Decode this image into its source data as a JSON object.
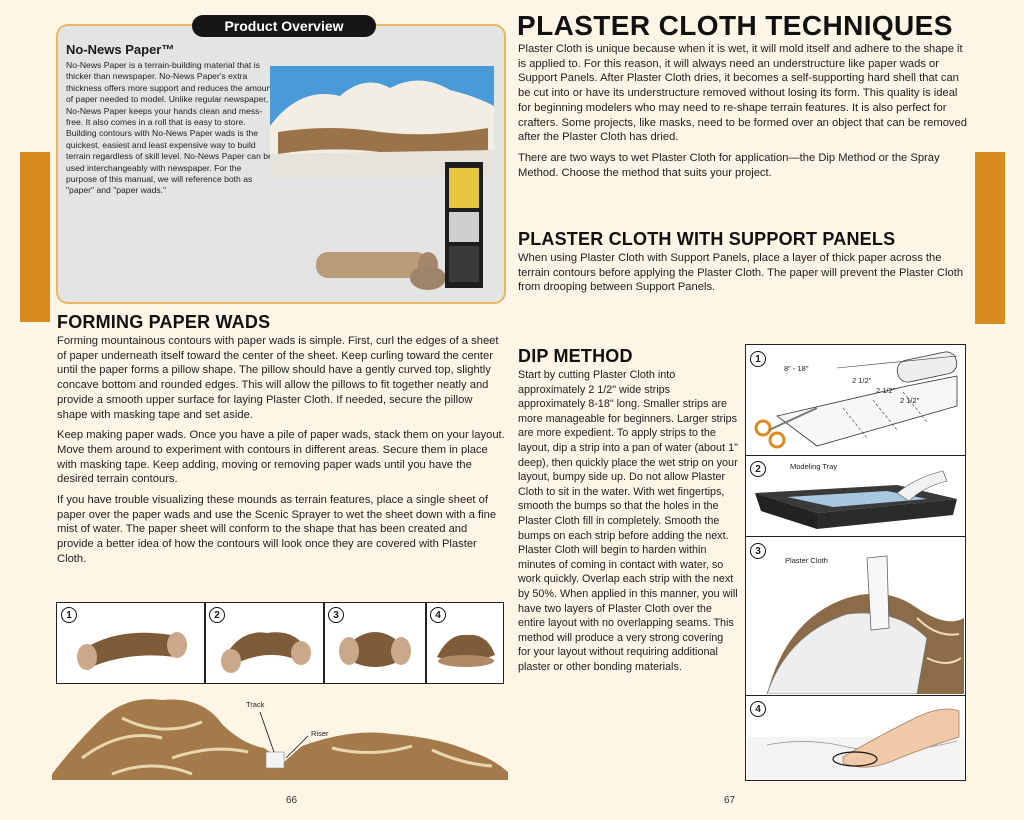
{
  "left_page": {
    "overview": {
      "label": "Product Overview",
      "title": "No-News Paper™",
      "text": "No-News Paper is a terrain-building material that is thicker than newspaper. No-News Paper's extra thickness offers more support and reduces the amount of paper needed to model. Unlike regular newspaper, No-News Paper keeps your hands clean and mess-free. It also comes in a roll that is easy to store. Building contours with No-News Paper wads is the quickest, easiest and least expensive way to build terrain regardless of skill level. No-News Paper can be used interchangeably with newspaper. For the purpose of this manual, we will reference both as \"paper\" and \"paper wads.\""
    },
    "forming": {
      "heading": "FORMING PAPER WADS",
      "paragraphs": [
        "Forming mountainous contours with paper wads is simple. First, curl the edges of a sheet of paper underneath itself toward the center of the sheet. Keep curling toward the center until the paper forms a pillow shape. The pillow should have a gently curved top, slightly concave bottom and rounded edges. This will allow the pillows to fit together neatly and provide a smooth upper surface for laying Plaster Cloth. If needed, secure the pillow shape with masking tape and set aside.",
        "Keep making paper wads. Once you have a pile of paper wads, stack them on your layout. Move them around to experiment with contours in different areas. Secure them in place with masking tape. Keep adding, moving or removing paper wads until you have the desired terrain contours.",
        "If you have trouble visualizing these mounds as terrain features, place a single sheet of paper over the paper wads and use the Scenic Sprayer to wet the sheet down with a fine mist of water. The paper sheet will conform to the shape that has been created and provide a better idea of how the contours will look once they are covered with Plaster Cloth."
      ],
      "steps": [
        "1",
        "2",
        "3",
        "4"
      ]
    },
    "terrain_labels": {
      "track": "Track",
      "riser": "Riser"
    },
    "page_number": "66"
  },
  "right_page": {
    "techniques": {
      "heading": "PLASTER CLOTH TECHNIQUES",
      "paragraphs": [
        "Plaster Cloth is unique because when it is wet, it will mold itself and adhere to the shape it is applied to. For this reason, it will always need an understructure like paper wads or Support Panels. After Plaster Cloth dries, it becomes a self-supporting hard shell that can be cut into or have its understructure removed without losing its form. This quality is ideal for beginning modelers who may need to re-shape terrain features. It is also perfect for crafters. Some projects, like masks, need to be formed over an object that can be removed after the Plaster Cloth has dried.",
        "There are two ways to wet Plaster Cloth for application—the Dip Method or the Spray Method. Choose the method that suits your project."
      ]
    },
    "support": {
      "heading": "PLASTER CLOTH WITH SUPPORT PANELS",
      "text": "When using Plaster Cloth with Support Panels, place a layer of thick paper across the terrain contours before applying the Plaster Cloth. The paper will prevent the Plaster Cloth from drooping between Support Panels."
    },
    "dip": {
      "heading": "DIP METHOD",
      "text": "Start by cutting Plaster Cloth into approximately 2 1/2\" wide strips approximately 8-18\" long. Smaller strips are more manageable for beginners. Larger strips are more expedient. To apply strips to the layout, dip a strip into a pan of water (about 1\" deep), then quickly place the wet strip on your layout, bumpy side up. Do not allow Plaster Cloth to sit in the water. With wet fingertips, smooth the bumps so that the holes in the Plaster Cloth fill in completely. Smooth the bumps on each strip before adding the next. Plaster Cloth will begin to harden within minutes of coming in contact with water, so work quickly. Overlap each strip with the next by 50%. When applied in this manner, you will have two layers of Plaster Cloth over the entire layout with no overlapping seams. This method will produce a very strong covering for your layout without requiring additional plaster or other bonding materials."
    },
    "figure": {
      "steps": [
        "1",
        "2",
        "3",
        "4"
      ],
      "length_label": "8\" - 18\"",
      "width_label": "2 1/2\"",
      "tray_label": "Modeling Tray",
      "cloth_label": "Plaster Cloth"
    },
    "page_number": "67"
  },
  "colors": {
    "accent": "#d88c1e",
    "page": "#fdf5e6",
    "overview_border": "#e7b862"
  }
}
